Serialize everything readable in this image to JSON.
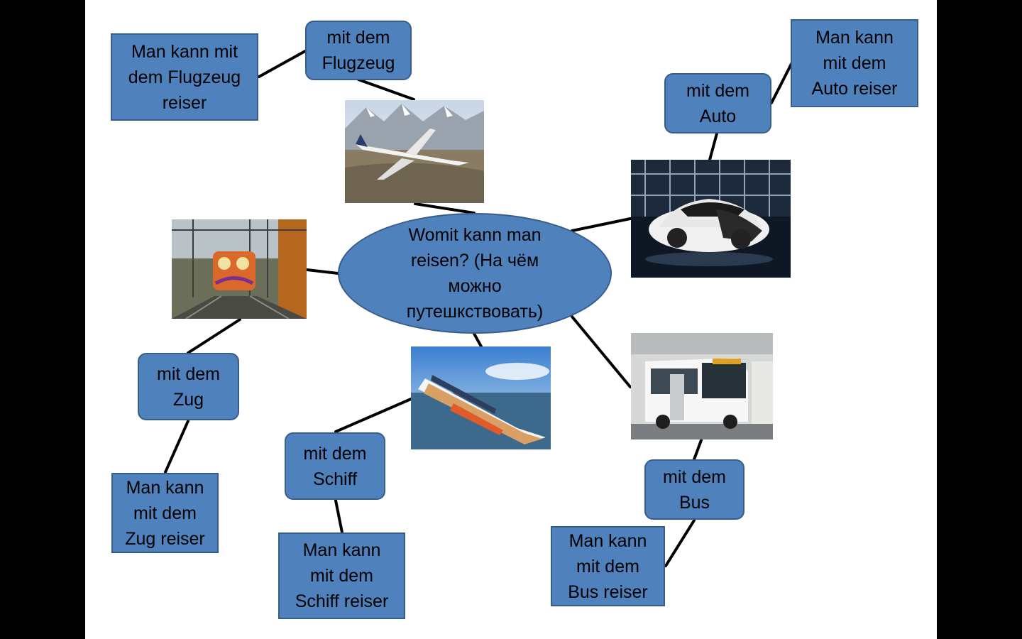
{
  "center": {
    "text": "Womit kann man\nreisen? (На чём\nможно\nпутешкствовать)"
  },
  "transports": [
    {
      "name": "Flugzeug",
      "label": "mit dem\nFlugzeug",
      "sentence": "Man kann mit\ndem Flugzeug\nreiser"
    },
    {
      "name": "Auto",
      "label": "mit dem\nAuto",
      "sentence": "Man kann\nmit dem\nAuto reiser"
    },
    {
      "name": "Zug",
      "label": "mit dem\nZug",
      "sentence": "Man kann\nmit dem\nZug reiser"
    },
    {
      "name": "Schiff",
      "label": "mit dem\nSchiff",
      "sentence": "Man kann\nmit dem\nSchiff reiser"
    },
    {
      "name": "Bus",
      "label": "mit dem\nBus",
      "sentence": "Man kann\nmit dem\nBus reiser"
    }
  ],
  "colors": {
    "node_fill": "#4f81bd",
    "node_border": "#385d8a",
    "connector": "#000000",
    "slide_bg": "#ffffff",
    "frame": "#000000"
  }
}
